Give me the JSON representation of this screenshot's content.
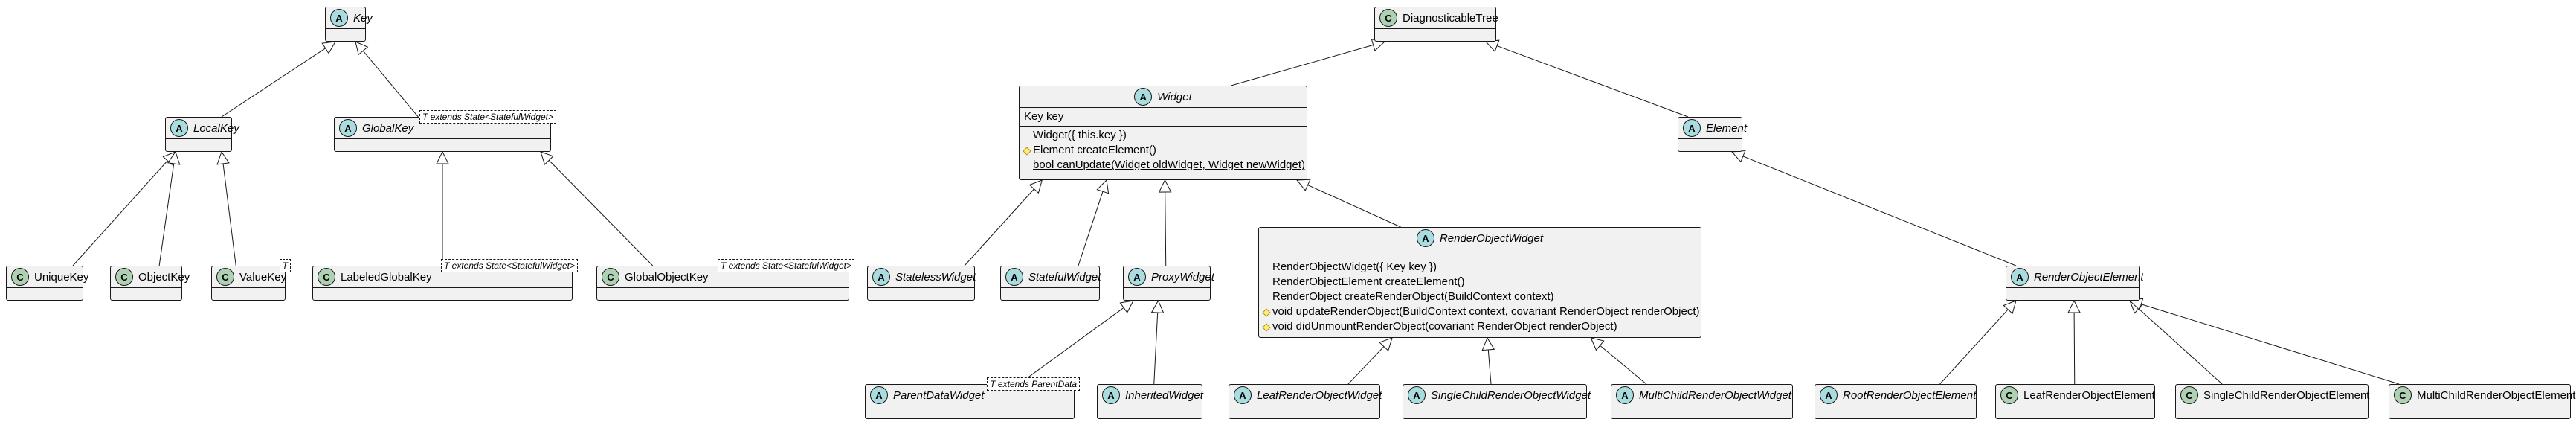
{
  "classes": {
    "key": {
      "name": "Key",
      "stereotype": "A"
    },
    "local_key": {
      "name": "LocalKey",
      "stereotype": "A"
    },
    "global_key": {
      "name": "GlobalKey",
      "stereotype": "A",
      "generic": "T extends State<StatefulWidget>"
    },
    "unique_key": {
      "name": "UniqueKey",
      "stereotype": "C"
    },
    "object_key": {
      "name": "ObjectKey",
      "stereotype": "C"
    },
    "value_key": {
      "name": "ValueKey",
      "stereotype": "C",
      "generic": "T"
    },
    "labeled_global_key": {
      "name": "LabeledGlobalKey",
      "stereotype": "C",
      "generic": "T extends State<StatefulWidget>"
    },
    "global_object_key": {
      "name": "GlobalObjectKey",
      "stereotype": "C",
      "generic": "T extends State<StatefulWidget>"
    },
    "diagnosticable_tree": {
      "name": "DiagnosticableTree",
      "stereotype": "C"
    },
    "widget": {
      "name": "Widget",
      "stereotype": "A",
      "fields": [
        "Key key"
      ],
      "methods": [
        "Widget({ this.key })",
        "Element createElement()",
        "bool canUpdate(Widget oldWidget, Widget newWidget)"
      ]
    },
    "element": {
      "name": "Element",
      "stereotype": "A"
    },
    "stateless_widget": {
      "name": "StatelessWidget",
      "stereotype": "A"
    },
    "stateful_widget": {
      "name": "StatefulWidget",
      "stereotype": "A"
    },
    "proxy_widget": {
      "name": "ProxyWidget",
      "stereotype": "A"
    },
    "render_object_widget": {
      "name": "RenderObjectWidget",
      "stereotype": "A",
      "methods": [
        "RenderObjectWidget({ Key key })",
        "RenderObjectElement createElement()",
        "RenderObject createRenderObject(BuildContext context)",
        "void updateRenderObject(BuildContext context, covariant RenderObject renderObject)",
        "void didUnmountRenderObject(covariant RenderObject renderObject)"
      ]
    },
    "render_object_element": {
      "name": "RenderObjectElement",
      "stereotype": "A"
    },
    "parent_data_widget": {
      "name": "ParentDataWidget",
      "stereotype": "A",
      "generic": "T extends ParentData"
    },
    "inherited_widget": {
      "name": "InheritedWidget",
      "stereotype": "A"
    },
    "leaf_render_object_widget": {
      "name": "LeafRenderObjectWidget",
      "stereotype": "A"
    },
    "single_child_render_object_widget": {
      "name": "SingleChildRenderObjectWidget",
      "stereotype": "A"
    },
    "multi_child_render_object_widget": {
      "name": "MultiChildRenderObjectWidget",
      "stereotype": "A"
    },
    "root_render_object_element": {
      "name": "RootRenderObjectElement",
      "stereotype": "A"
    },
    "leaf_render_object_element": {
      "name": "LeafRenderObjectElement",
      "stereotype": "C"
    },
    "single_child_render_object_element": {
      "name": "SingleChildRenderObjectElement",
      "stereotype": "C"
    },
    "multi_child_render_object_element": {
      "name": "MultiChildRenderObjectElement",
      "stereotype": "C"
    }
  },
  "relations": [
    [
      "local_key",
      "key"
    ],
    [
      "global_key",
      "key"
    ],
    [
      "unique_key",
      "local_key"
    ],
    [
      "object_key",
      "local_key"
    ],
    [
      "value_key",
      "local_key"
    ],
    [
      "labeled_global_key",
      "global_key"
    ],
    [
      "global_object_key",
      "global_key"
    ],
    [
      "widget",
      "diagnosticable_tree"
    ],
    [
      "element",
      "diagnosticable_tree"
    ],
    [
      "stateless_widget",
      "widget"
    ],
    [
      "stateful_widget",
      "widget"
    ],
    [
      "proxy_widget",
      "widget"
    ],
    [
      "render_object_widget",
      "widget"
    ],
    [
      "render_object_element",
      "element"
    ],
    [
      "parent_data_widget",
      "proxy_widget"
    ],
    [
      "inherited_widget",
      "proxy_widget"
    ],
    [
      "leaf_render_object_widget",
      "render_object_widget"
    ],
    [
      "single_child_render_object_widget",
      "render_object_widget"
    ],
    [
      "multi_child_render_object_widget",
      "render_object_widget"
    ],
    [
      "root_render_object_element",
      "render_object_element"
    ],
    [
      "leaf_render_object_element",
      "render_object_element"
    ],
    [
      "single_child_render_object_element",
      "render_object_element"
    ],
    [
      "multi_child_render_object_element",
      "render_object_element"
    ]
  ]
}
